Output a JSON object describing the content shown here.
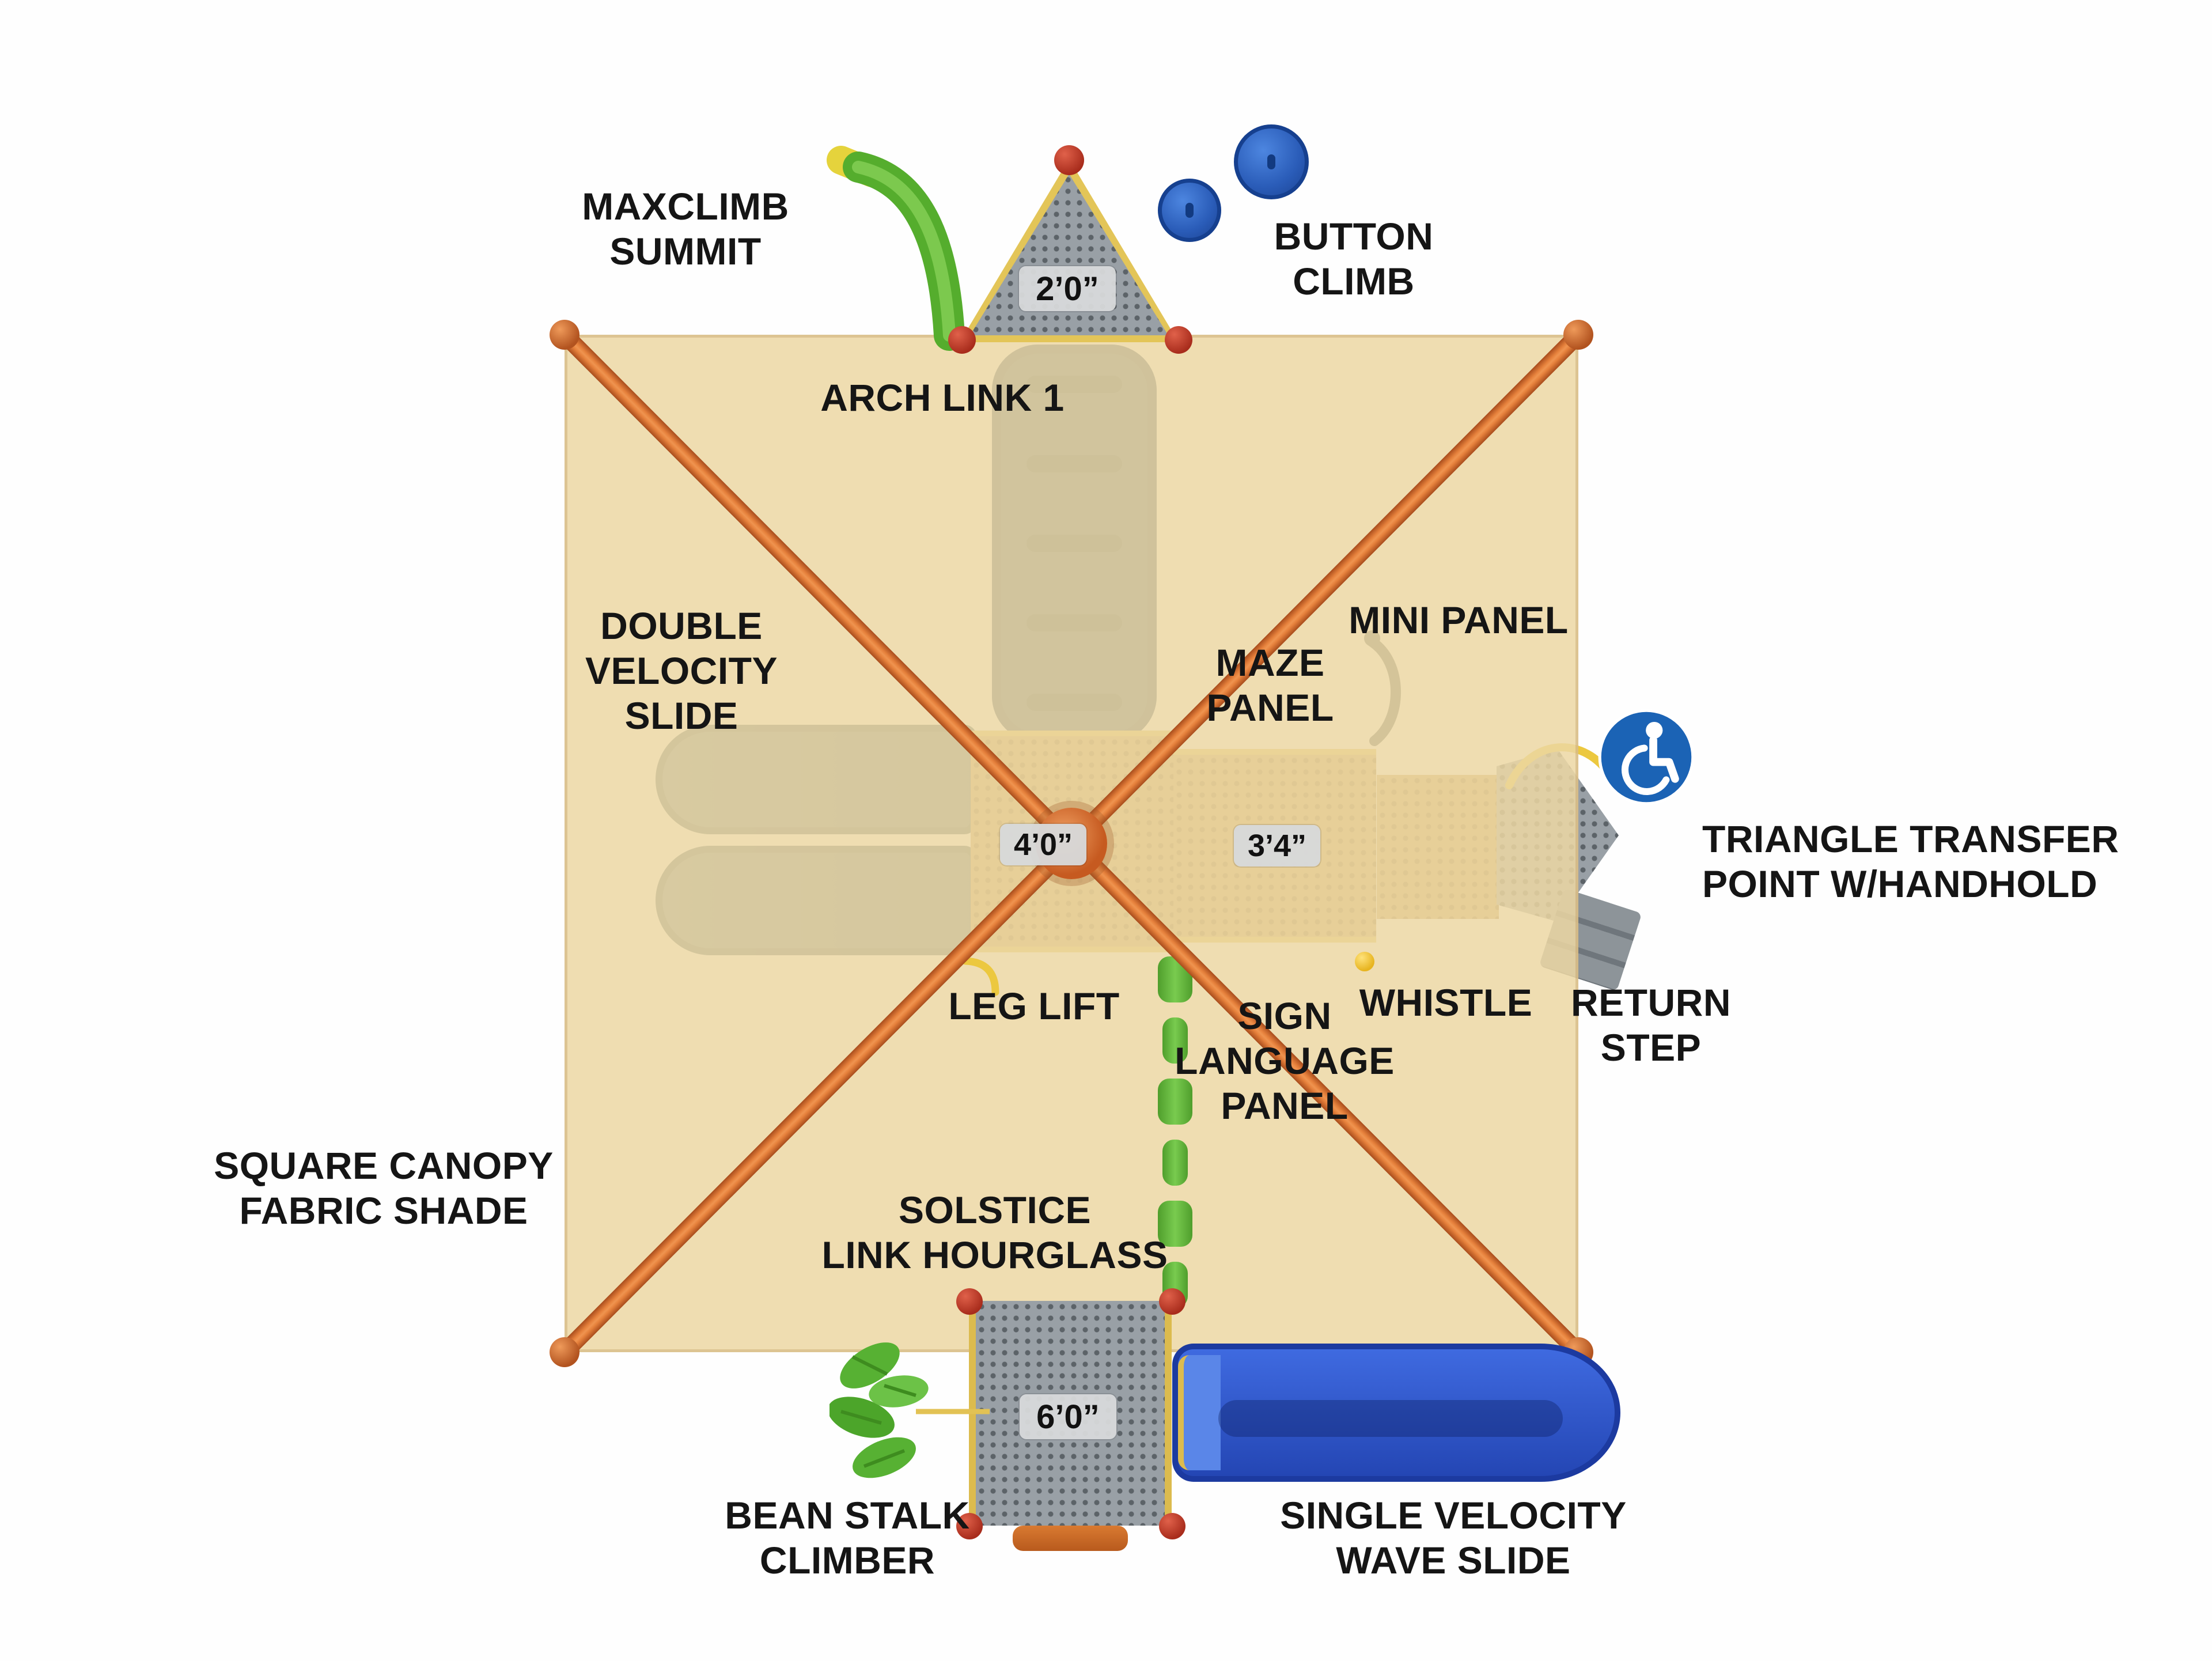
{
  "labels": {
    "maxclimb_summit": "MAXCLIMB\nSUMMIT",
    "button_climb": "BUTTON\nCLIMB",
    "arch_link_1": "ARCH LINK 1",
    "double_velocity_slide": "DOUBLE\nVELOCITY\nSLIDE",
    "mini_panel": "MINI PANEL",
    "maze_panel": "MAZE\nPANEL",
    "triangle_transfer_point": "TRIANGLE TRANSFER\nPOINT W/HANDHOLD",
    "leg_lift": "LEG LIFT",
    "sign_language_panel": "SIGN\nLANGUAGE\nPANEL",
    "whistle": "WHISTLE",
    "return_step": "RETURN\nSTEP",
    "square_canopy_fabric_shade": "SQUARE CANOPY\nFABRIC SHADE",
    "solstice_link_hourglass": "SOLSTICE\nLINK HOURGLASS",
    "bean_stalk_climber": "BEAN STALK\nCLIMBER",
    "single_velocity_wave_slide": "SINGLE VELOCITY\nWAVE SLIDE"
  },
  "measurements": {
    "summit_deck": "2’0”",
    "main_deck": "4’0”",
    "maze_deck": "3’4”",
    "tower_deck": "6’0”"
  },
  "icons": {
    "accessibility": "wheelchair-accessibility-symbol"
  },
  "colors": {
    "canopy_fabric": "#ECD7A3",
    "canopy_beam_orange": "#E6813C",
    "slide_blue": "#2B50C8",
    "link_green": "#69BD41",
    "deck_gray": "#99A0A6",
    "deck_tan": "#C8A158",
    "post_red": "#C23B2A",
    "accessibility_blue": "#1B63B5",
    "chip_gray": "#D7D9DA",
    "label_text": "#151515"
  }
}
